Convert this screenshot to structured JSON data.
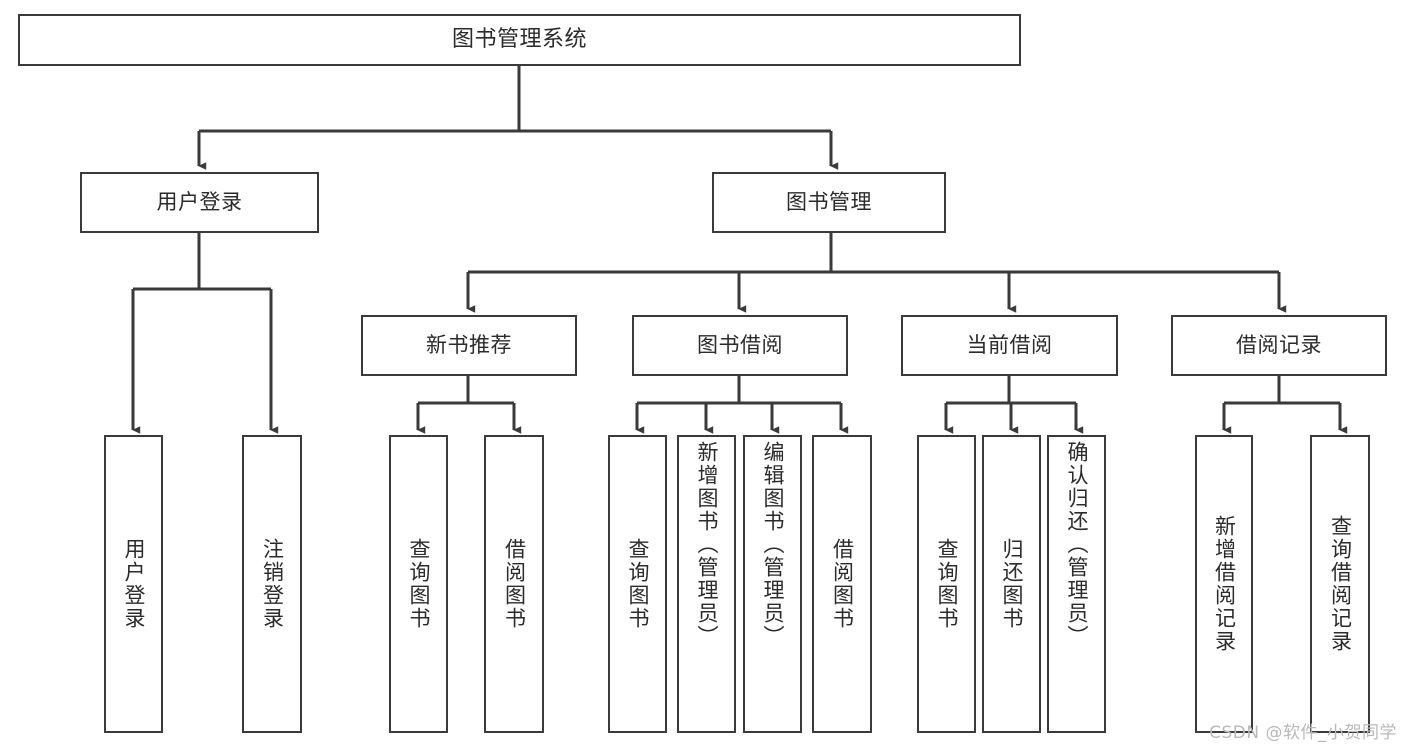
{
  "diagram": {
    "title": "图书管理系统",
    "type": "tree-hierarchy-chart",
    "colors": {
      "box_border": "#3a3a3a",
      "box_fill": "#ffffff",
      "edge": "#3a3a3a",
      "text": "#2b2b2b",
      "watermark": "#b9b9b9",
      "background": "#ffffff"
    },
    "nodes": {
      "root": {
        "label": "图书管理系统"
      },
      "level2": [
        {
          "id": "user-login",
          "label": "用户登录"
        },
        {
          "id": "book-manage",
          "label": "图书管理"
        }
      ],
      "level3": [
        {
          "id": "new-book-recommend",
          "label": "新书推荐"
        },
        {
          "id": "book-borrow",
          "label": "图书借阅"
        },
        {
          "id": "current-borrow",
          "label": "当前借阅"
        },
        {
          "id": "borrow-record",
          "label": "借阅记录"
        }
      ],
      "leaves": {
        "user-login": [
          {
            "id": "leaf-user-login",
            "label": "用户登录"
          },
          {
            "id": "leaf-user-logout",
            "label": "注销登录"
          }
        ],
        "new-book-recommend": [
          {
            "id": "leaf-query-book-1",
            "label": "查询图书"
          },
          {
            "id": "leaf-borrow-book-1",
            "label": "借阅图书"
          }
        ],
        "book-borrow": [
          {
            "id": "leaf-query-book-2",
            "label": "查询图书"
          },
          {
            "id": "leaf-add-book",
            "label": "新增图书（管理员）"
          },
          {
            "id": "leaf-edit-book",
            "label": "编辑图书（管理员）"
          },
          {
            "id": "leaf-borrow-book-2",
            "label": "借阅图书"
          }
        ],
        "current-borrow": [
          {
            "id": "leaf-query-book-3",
            "label": "查询图书"
          },
          {
            "id": "leaf-return-book",
            "label": "归还图书"
          },
          {
            "id": "leaf-confirm-return",
            "label": "确认归还（管理员）"
          }
        ],
        "borrow-record": [
          {
            "id": "leaf-add-record",
            "label": "新增借阅记录"
          },
          {
            "id": "leaf-query-record",
            "label": "查询借阅记录"
          }
        ]
      }
    },
    "watermark": "CSDN @软件_小贺同学"
  }
}
